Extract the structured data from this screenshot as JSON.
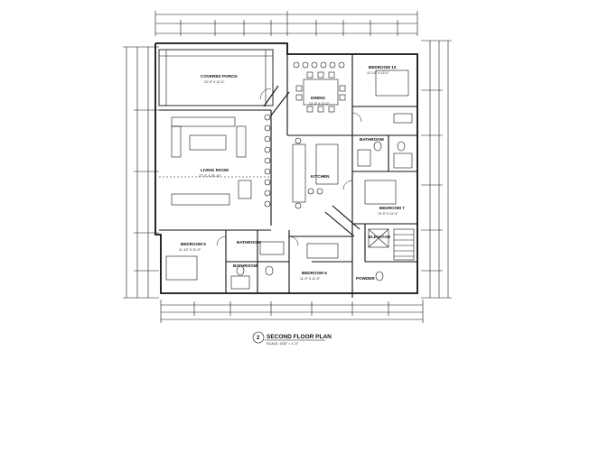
{
  "drawing": {
    "title": "SECOND FLOOR PLAN",
    "scale": "SCALE: 3/32\" = 1'-0\"",
    "number": "2"
  },
  "rooms": {
    "covered_porch": {
      "name": "COVERED PORCH",
      "size": "22'-0\" X 11'-0\""
    },
    "dining": {
      "name": "DINING",
      "size": "12'-0\" X 12'-0\""
    },
    "bedroom_10": {
      "name": "BEDROOM 10",
      "size": "12'-10\" X 13'-0\""
    },
    "living_room": {
      "name": "LIVING ROOM",
      "size": "27'-4\" X 25'-10\""
    },
    "kitchen": {
      "name": "KITCHEN",
      "size": ""
    },
    "bathroom_a": {
      "name": "BATHROOM",
      "size": ""
    },
    "bathroom_b": {
      "name": "BATHROOM",
      "size": ""
    },
    "bathroom_c": {
      "name": "BATHROOM",
      "size": ""
    },
    "bedroom_7": {
      "name": "BEDROOM 7",
      "size": "12'-0\" X 11'-0\""
    },
    "bedroom_5": {
      "name": "BEDROOM 5",
      "size": "11'-10\" X 11'-0\""
    },
    "bedroom_6": {
      "name": "BEDROOM 6",
      "size": "11'-0\" X 11'-0\""
    },
    "elevator": {
      "name": "ELEVATOR",
      "size": ""
    },
    "powder": {
      "name": "POWDER",
      "size": ""
    }
  }
}
